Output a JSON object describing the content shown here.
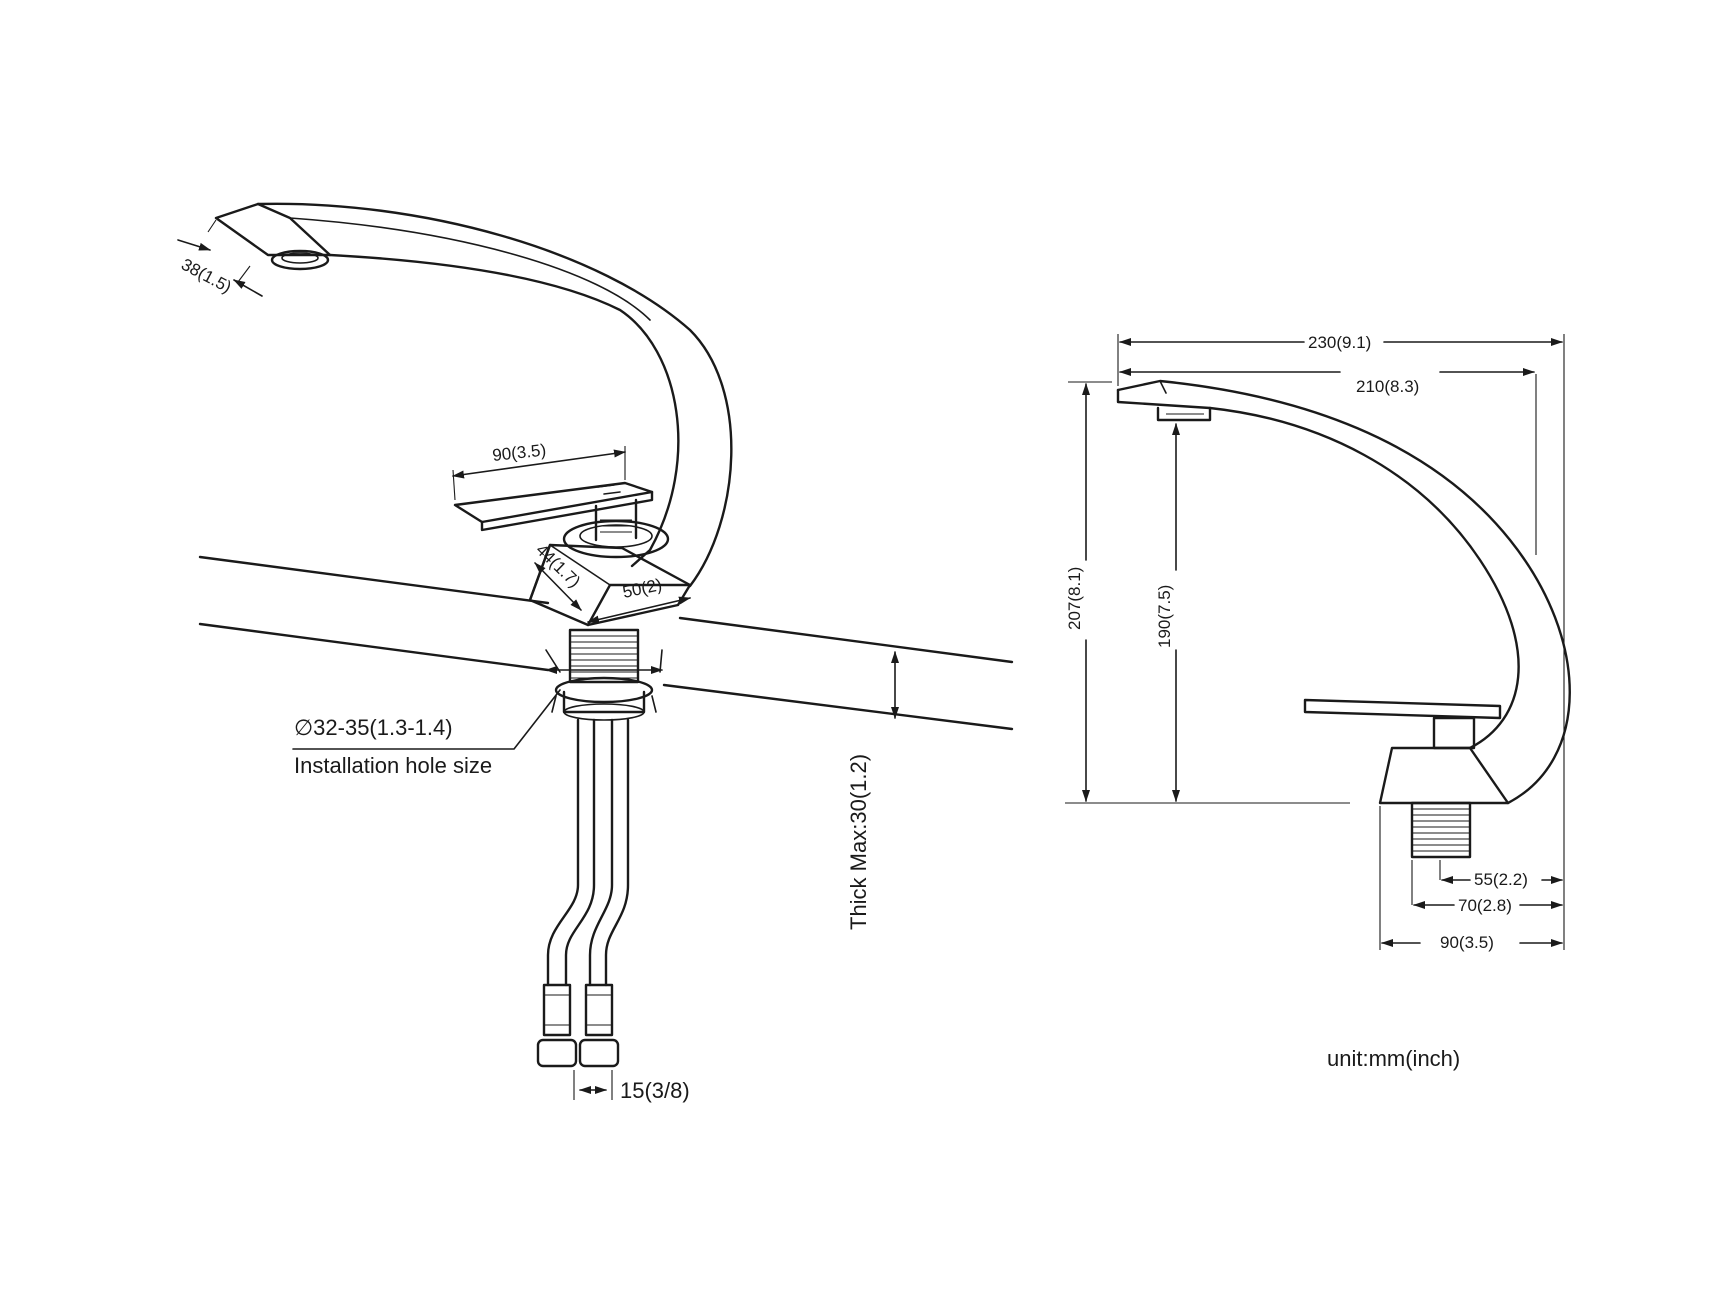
{
  "colors": {
    "line": "#1a1a1a",
    "background": "#ffffff"
  },
  "iso_view": {
    "outlet_width": "38(1.5)",
    "handle_length": "90(3.5)",
    "base_depth": "44(1.7)",
    "base_width": "50(2)",
    "hole_size_value": "∅32-35(1.3-1.4)",
    "hole_size_label": "Installation hole size",
    "thickness": "Thick Max:30(1.2)",
    "hose_spacing": "15(3/8)"
  },
  "side_view": {
    "overall_length": "230(9.1)",
    "spout_reach": "210(8.3)",
    "total_height": "207(8.1)",
    "outlet_height": "190(7.5)",
    "shank_offset": "55(2.2)",
    "shank_to_front": "70(2.8)",
    "base_length": "90(3.5)"
  },
  "unit_note": "unit:mm(inch)"
}
